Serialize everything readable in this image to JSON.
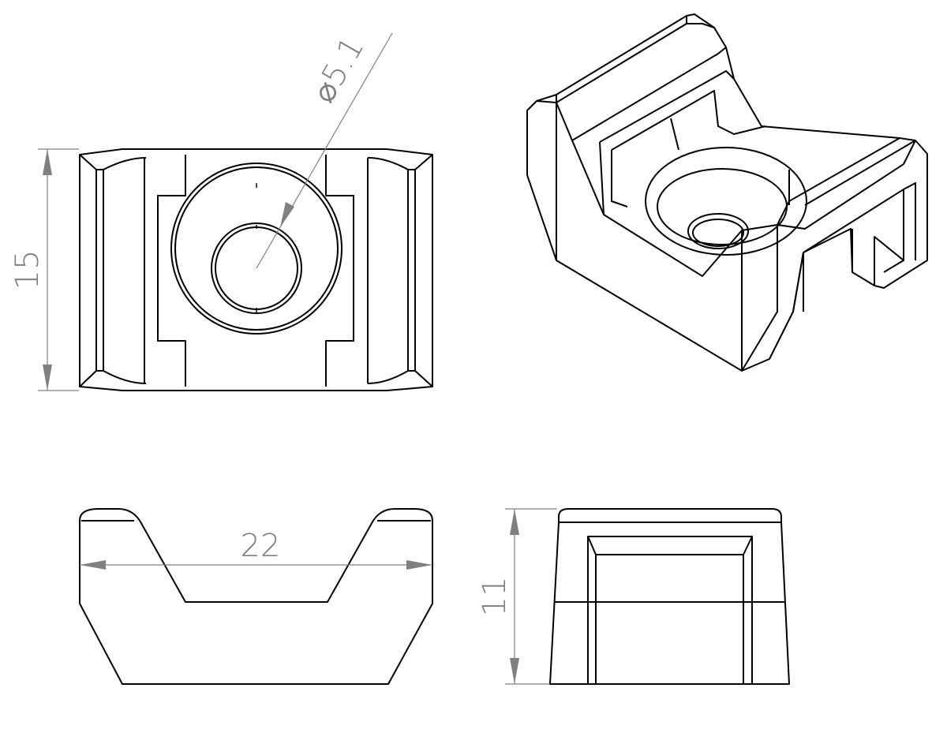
{
  "drawing": {
    "dimensions": {
      "height_top_view": "15",
      "hole_diameter": "⌀5.1",
      "width_front_view": "22",
      "height_side_view": "11"
    },
    "colors": {
      "outline": "#000000",
      "dimension": "#808080"
    }
  }
}
